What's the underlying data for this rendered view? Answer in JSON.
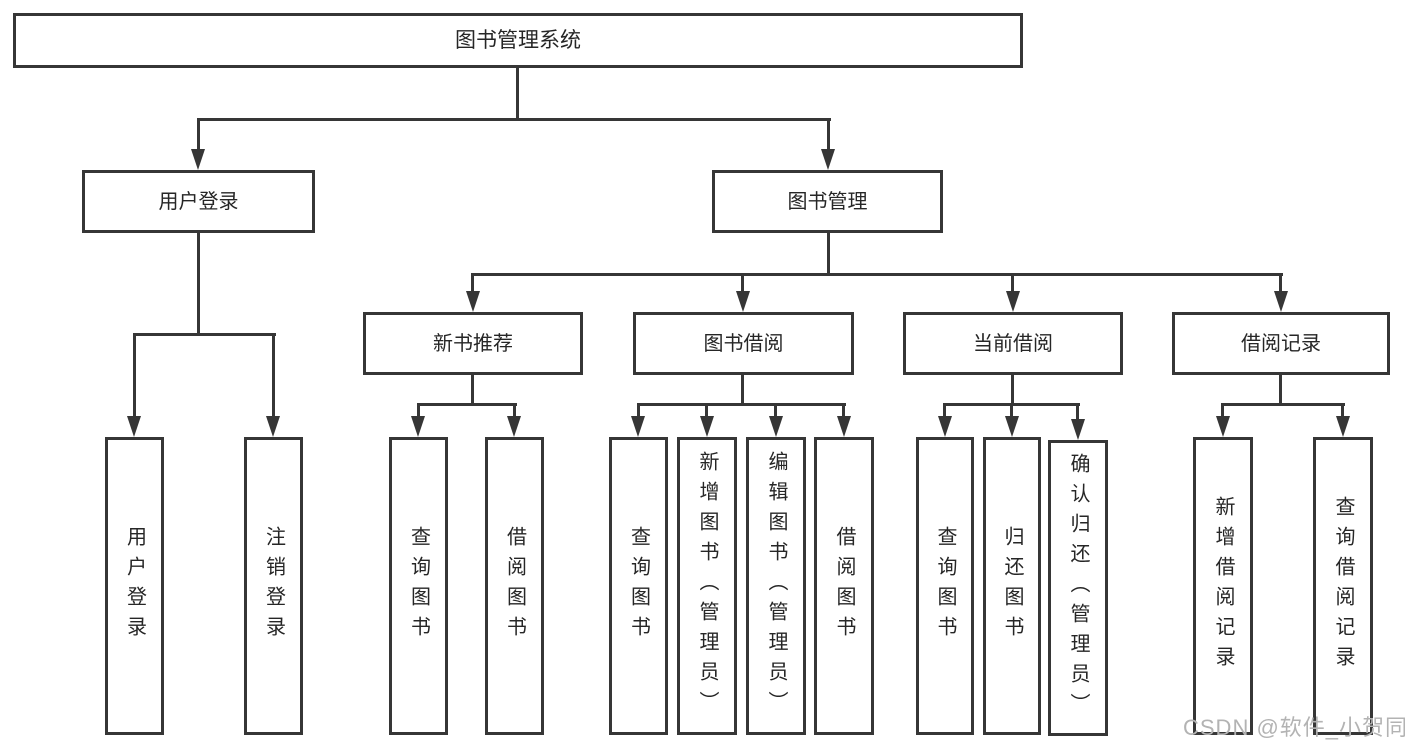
{
  "diagram": {
    "root": {
      "label": "图书管理系统"
    },
    "branches": [
      {
        "label": "用户登录",
        "children": [
          {
            "label": "用户登录"
          },
          {
            "label": "注销登录"
          }
        ]
      },
      {
        "label": "图书管理",
        "groups": [
          {
            "label": "新书推荐",
            "children": [
              {
                "label": "查询图书"
              },
              {
                "label": "借阅图书"
              }
            ]
          },
          {
            "label": "图书借阅",
            "children": [
              {
                "label": "查询图书"
              },
              {
                "label": "新增图书（管理员）"
              },
              {
                "label": "编辑图书（管理员）"
              },
              {
                "label": "借阅图书"
              }
            ]
          },
          {
            "label": "当前借阅",
            "children": [
              {
                "label": "查询图书"
              },
              {
                "label": "归还图书"
              },
              {
                "label": "确认归还（管理员）"
              }
            ]
          },
          {
            "label": "借阅记录",
            "children": [
              {
                "label": "新增借阅记录"
              },
              {
                "label": "查询借阅记录"
              }
            ]
          }
        ]
      }
    ]
  },
  "watermark": {
    "text": "CSDN @软件_小贺同学"
  },
  "colors": {
    "line": "#363636",
    "text": "#262626",
    "background": "#ffffff",
    "watermark": "#b3b3b3"
  }
}
